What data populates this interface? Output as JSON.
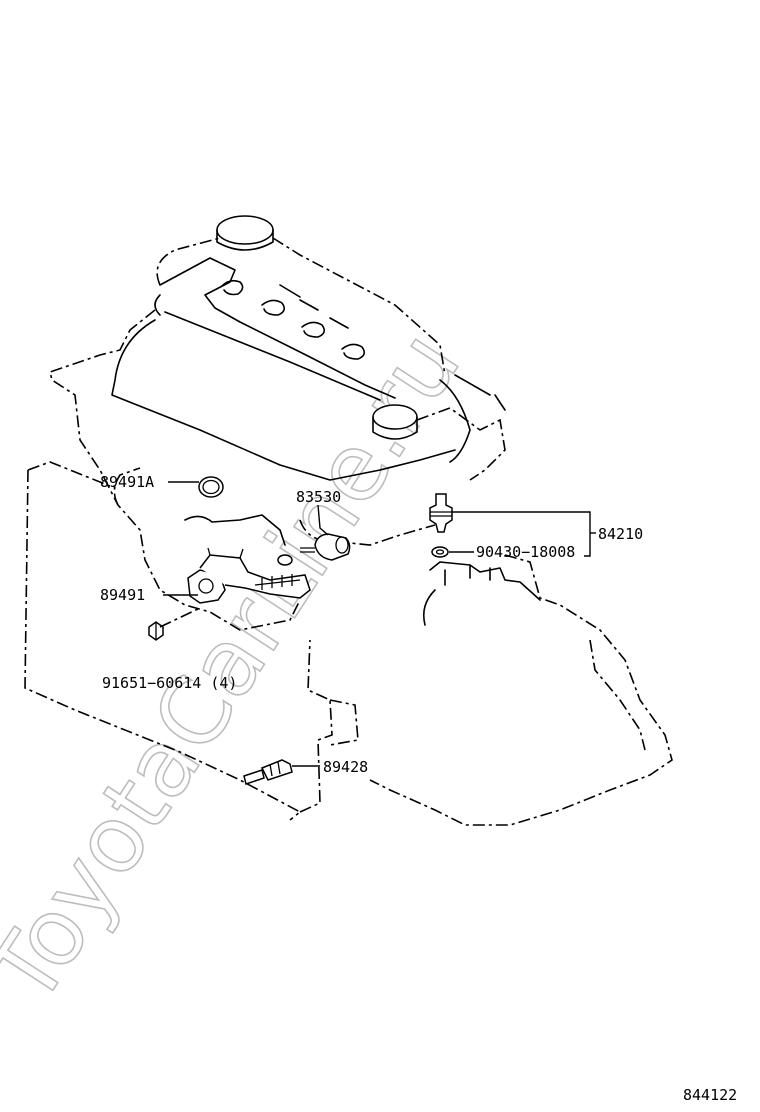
{
  "watermark": "ToyotaCarLine.ru",
  "diagram_id": "844122",
  "callouts": {
    "p89491A": "89491A",
    "p83530": "83530",
    "p84210": "84210",
    "p90430": "90430−18008",
    "p89491": "89491",
    "p91651": "91651−60614 (4)",
    "p89428": "89428"
  }
}
